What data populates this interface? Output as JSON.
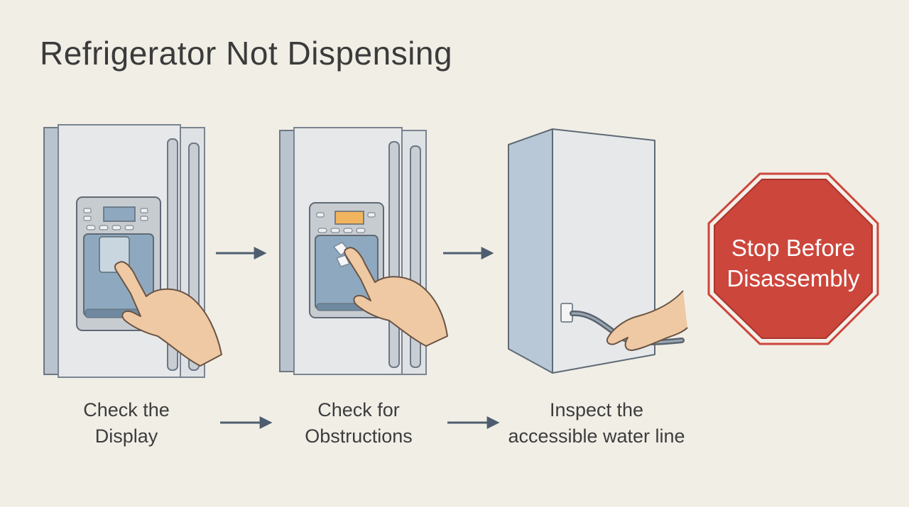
{
  "title": "Refrigerator Not Dispensing",
  "steps": [
    {
      "line1": "Check the",
      "line2": "Display",
      "icon": "fridge-dispenser-display"
    },
    {
      "line1": "Check for",
      "line2": "Obstructions",
      "icon": "fridge-dispenser-obstruction"
    },
    {
      "line1": "Inspect the",
      "line2": "accessible water line",
      "icon": "fridge-water-line"
    }
  ],
  "stop_sign": {
    "line1": "Stop Before",
    "line2": "Disassembly",
    "color": "#cc463c"
  },
  "colors": {
    "background": "#f1eee6",
    "fridge": "#e6e8ea",
    "dispenser_blue": "#8ea9bf",
    "skin": "#efc9a3",
    "arrow": "#4e5e70",
    "stop_red": "#cc463c",
    "display_orange": "#f2b55f"
  }
}
